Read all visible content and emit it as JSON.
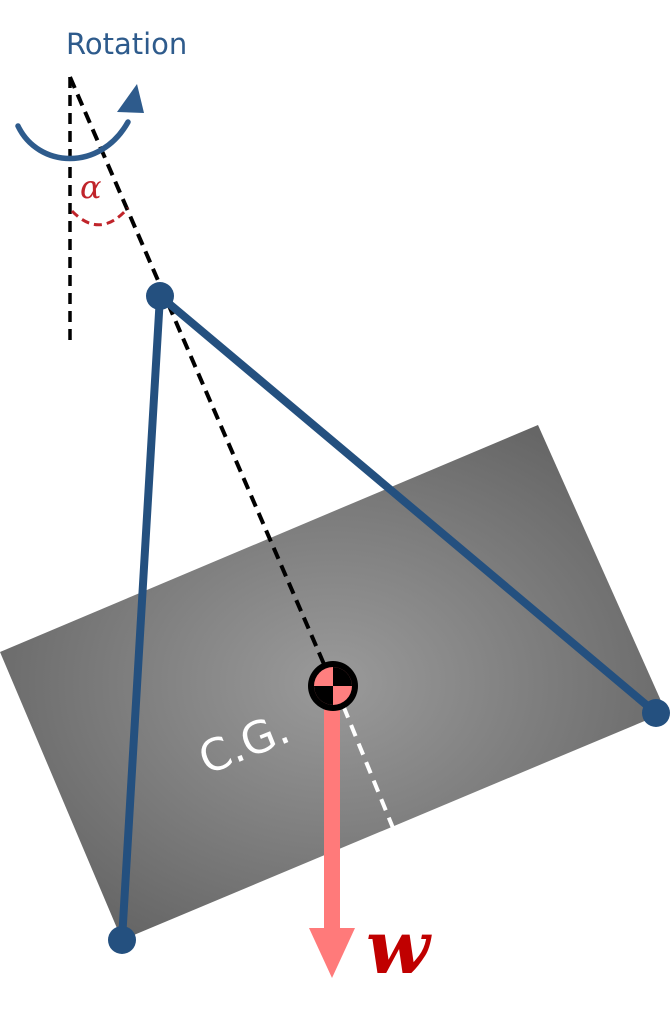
{
  "labels": {
    "rotation": "Rotation",
    "angle": "α",
    "center_of_gravity": "C.G.",
    "weight": "w"
  },
  "colors": {
    "cable": "#24507f",
    "rotation_arrow": "#2e5b8c",
    "angle_arc": "#c0242a",
    "weight_arrow": "#ff7a7a",
    "weight_label": "#c00000",
    "body_fill_center": "#9a9a9a",
    "body_fill_edge": "#5d5d5d",
    "reference_line": "#000000",
    "tilt_line": "#ffffff"
  },
  "icons": {
    "rotation": "curved-arrow-icon",
    "center_of_gravity": "cg-symbol-icon",
    "weight": "down-arrow-icon"
  }
}
